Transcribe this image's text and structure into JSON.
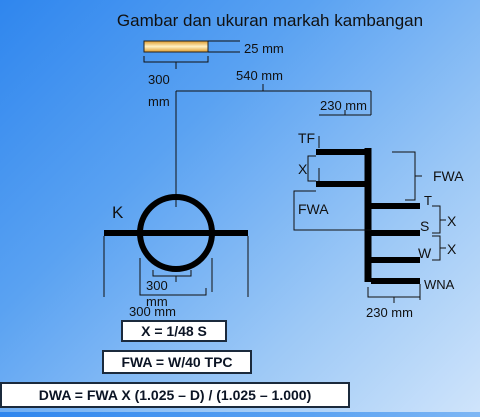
{
  "title": "Gambar dan ukuran markah kambangan",
  "deck_line": {
    "thickness_label": "25 mm",
    "width_label_l1": "300",
    "width_label_l2": "mm",
    "distance_label": "540 mm"
  },
  "plimsoll_mark": {
    "letter": "K",
    "inner_label_l1": "300",
    "inner_label_l2": "mm",
    "outer_label": "300 mm"
  },
  "load_lines": {
    "top_width_label": "230 mm",
    "bottom_width_label": "230 mm",
    "labels": {
      "tf": "TF",
      "x_left": "X",
      "fwa_left": "FWA",
      "fwa_right": "FWA",
      "t": "T",
      "s": "S",
      "w": "W",
      "wna": "WNA",
      "x_right_1": "X",
      "x_right_2": "X"
    }
  },
  "formulas": {
    "x": "X = 1/48 S",
    "fwa": "FWA = W/40 TPC",
    "dwa": "DWA = FWA X (1.025 – D) / (1.025 – 1.000)"
  },
  "colors": {
    "deck_line_fill": "#f2b84a",
    "mark_stroke": "#000000",
    "formula_bg": "#ffffff"
  }
}
